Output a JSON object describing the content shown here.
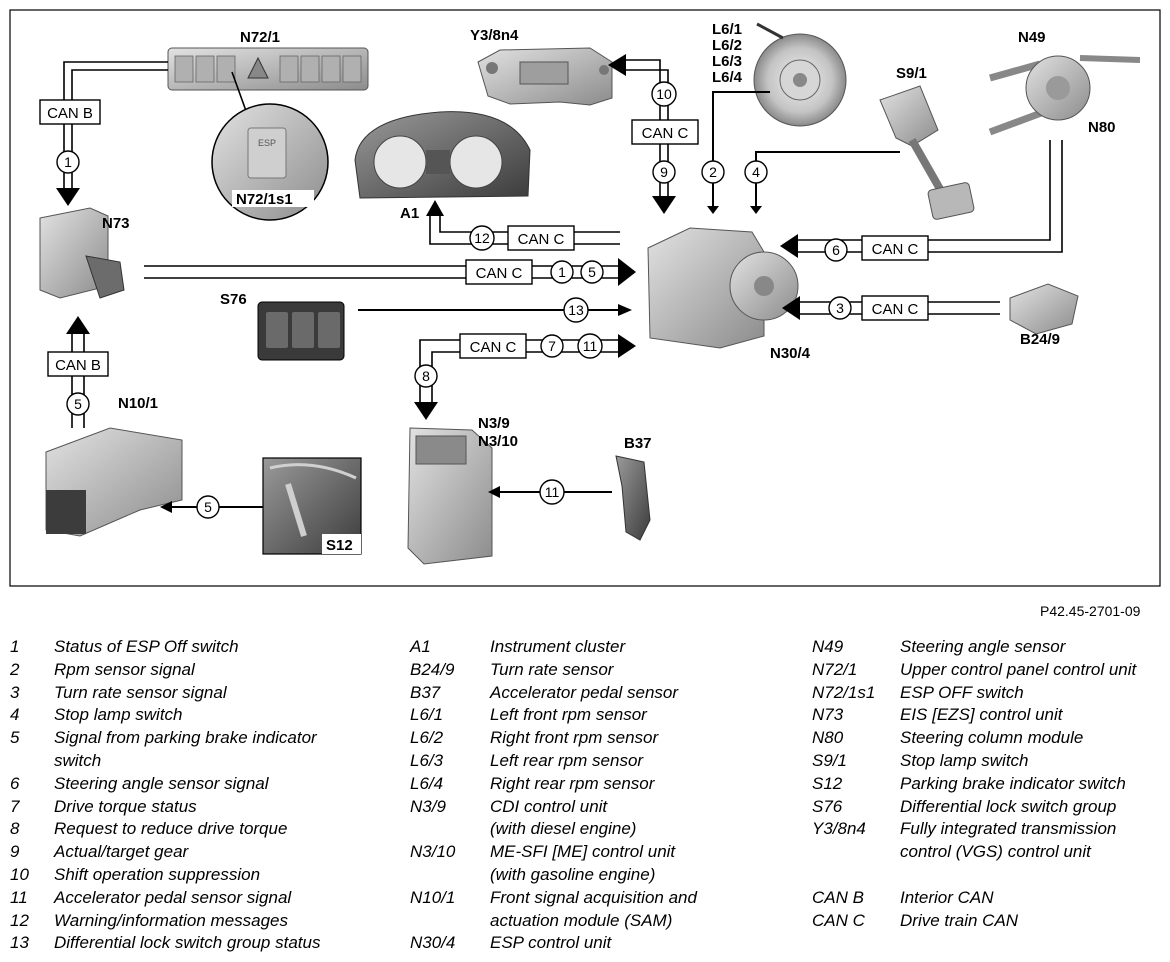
{
  "labels": {
    "N72_1": "N72/1",
    "Y3_8n4": "Y3/8n4",
    "L6_1": "L6/1",
    "L6_2": "L6/2",
    "L6_3": "L6/3",
    "L6_4": "L6/4",
    "S9_1": "S9/1",
    "N49": "N49",
    "N80": "N80",
    "N73": "N73",
    "A1": "A1",
    "N72_1s1": "N72/1s1",
    "S76": "S76",
    "N10_1": "N10/1",
    "N30_4": "N30/4",
    "B24_9": "B24/9",
    "N3_9": "N3/9",
    "N3_10": "N3/10",
    "B37": "B37",
    "S12": "S12",
    "ESP": "ESP"
  },
  "bus": {
    "can_b": "CAN B",
    "can_c": "CAN C"
  },
  "signals": {
    "s1": "1",
    "s2": "2",
    "s3": "3",
    "s4": "4",
    "s5": "5",
    "s6": "6",
    "s7": "7",
    "s8": "8",
    "s9": "9",
    "s10": "10",
    "s11": "11",
    "s12": "12",
    "s13": "13"
  },
  "reference": "P42.45-2701-09",
  "legend": {
    "col1": [
      {
        "k": "1",
        "v": "Status of ESP Off switch"
      },
      {
        "k": "2",
        "v": "Rpm sensor signal"
      },
      {
        "k": "3",
        "v": "Turn rate sensor signal"
      },
      {
        "k": "4",
        "v": "Stop lamp switch"
      },
      {
        "k": "5",
        "v": "Signal from parking brake indicator"
      },
      {
        "k": "",
        "v": "switch"
      },
      {
        "k": "6",
        "v": "Steering angle sensor signal"
      },
      {
        "k": "7",
        "v": "Drive torque status"
      },
      {
        "k": "8",
        "v": "Request to reduce drive torque"
      },
      {
        "k": "9",
        "v": "Actual/target gear"
      },
      {
        "k": "10",
        "v": "Shift operation suppression"
      },
      {
        "k": "11",
        "v": "Accelerator pedal sensor signal"
      },
      {
        "k": "12",
        "v": "Warning/information messages"
      },
      {
        "k": "13",
        "v": "Differential lock switch group status"
      }
    ],
    "col2": [
      {
        "k": "A1",
        "v": "Instrument cluster"
      },
      {
        "k": "B24/9",
        "v": "Turn rate sensor"
      },
      {
        "k": "B37",
        "v": "Accelerator pedal sensor"
      },
      {
        "k": "L6/1",
        "v": "Left front rpm sensor"
      },
      {
        "k": "L6/2",
        "v": "Right front rpm sensor"
      },
      {
        "k": "L6/3",
        "v": "Left rear rpm sensor"
      },
      {
        "k": "L6/4",
        "v": "Right rear rpm sensor"
      },
      {
        "k": "N3/9",
        "v": "CDI control unit"
      },
      {
        "k": "",
        "v": "(with diesel engine)"
      },
      {
        "k": "N3/10",
        "v": "ME-SFI [ME] control unit"
      },
      {
        "k": "",
        "v": "(with gasoline engine)"
      },
      {
        "k": "N10/1",
        "v": "Front signal acquisition and"
      },
      {
        "k": "",
        "v": "actuation module (SAM)"
      },
      {
        "k": "N30/4",
        "v": "ESP control unit"
      }
    ],
    "col3": [
      {
        "k": "N49",
        "v": "Steering angle sensor"
      },
      {
        "k": "N72/1",
        "v": "Upper control panel control unit"
      },
      {
        "k": "N72/1s1",
        "v": "ESP OFF switch"
      },
      {
        "k": "N73",
        "v": "EIS [EZS] control unit"
      },
      {
        "k": "N80",
        "v": "Steering column module"
      },
      {
        "k": "S9/1",
        "v": "Stop lamp switch"
      },
      {
        "k": "S12",
        "v": "Parking brake indicator switch"
      },
      {
        "k": "S76",
        "v": "Differential lock switch group"
      },
      {
        "k": "Y3/8n4",
        "v": "Fully integrated transmission"
      },
      {
        "k": "",
        "v": "control (VGS) control unit"
      },
      {
        "k": "",
        "v": ""
      },
      {
        "k": "CAN B",
        "v": "Interior CAN"
      },
      {
        "k": "CAN C",
        "v": "Drive train CAN"
      }
    ]
  }
}
